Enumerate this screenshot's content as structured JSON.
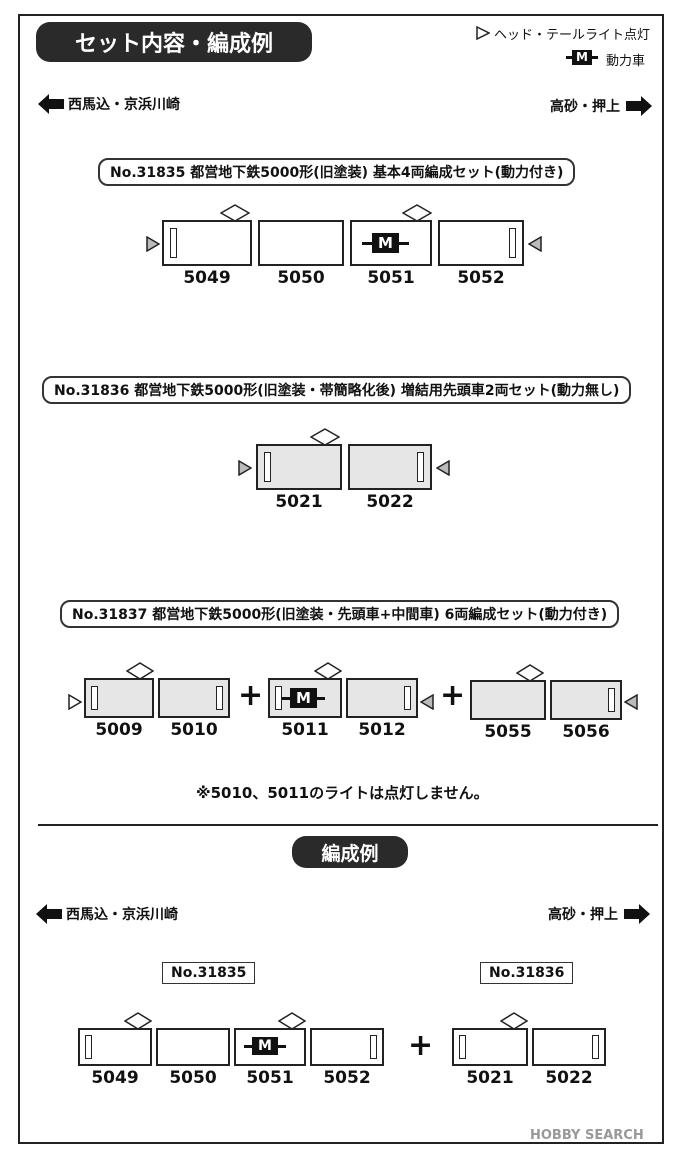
{
  "header": {
    "title": "セット内容・編成例",
    "legend_light": "ヘッド・テールライト点灯",
    "legend_motor_badge": "M",
    "legend_motor": "動力車"
  },
  "direction": {
    "left": "西馬込・京浜川崎",
    "right": "高砂・押上"
  },
  "sets": [
    {
      "label": "No.31835 都営地下鉄5000形(旧塗装) 基本4両編成セット(動力付き)",
      "cars": [
        "5049",
        "5050",
        "5051",
        "5052"
      ],
      "motor_badge": "M"
    },
    {
      "label": "No.31836 都営地下鉄5000形(旧塗装・帯簡略化後) 増結用先頭車2両セット(動力無し)",
      "cars": [
        "5021",
        "5022"
      ]
    },
    {
      "label": "No.31837 都営地下鉄5000形(旧塗装・先頭車+中間車) 6両編成セット(動力付き)",
      "cars": [
        "5009",
        "5010",
        "5011",
        "5012",
        "5055",
        "5056"
      ],
      "motor_badge": "M",
      "plus": "+"
    }
  ],
  "note": "※5010、5011のライトは点灯しません。",
  "example": {
    "title": "編成例",
    "left_label": "No.31835",
    "right_label": "No.31836",
    "cars_left": [
      "5049",
      "5050",
      "5051",
      "5052"
    ],
    "cars_right": [
      "5021",
      "5022"
    ],
    "motor_badge": "M",
    "plus": "+"
  },
  "watermark": "HOBBY SEARCH"
}
